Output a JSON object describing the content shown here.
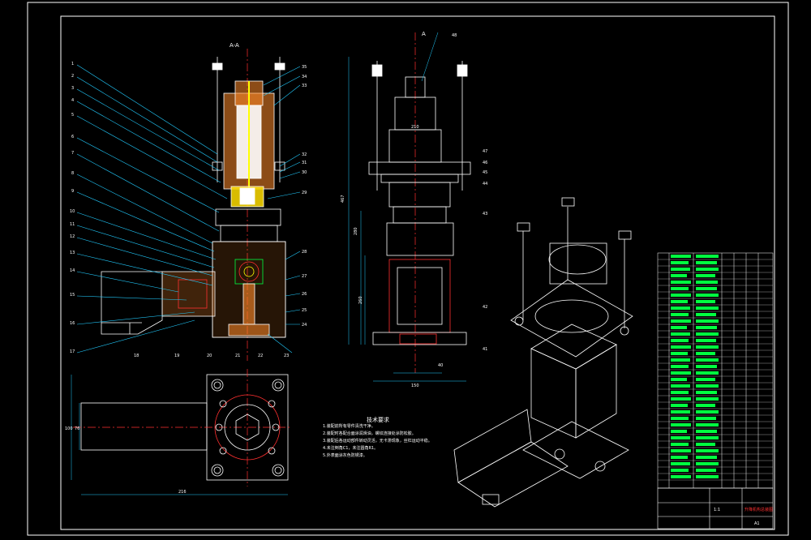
{
  "drawing": {
    "section_label": "A-A",
    "side_view_label": "A",
    "tech_req_title": "技术要求",
    "tech_req_lines": [
      "1.装配前所有零件清洗干净。",
      "2.装配时各配合面涂润滑油，螺纹连接处涂防松胶。",
      "3.装配后各运动部件转动灵活，无卡滞现象，丝杠运动平稳。",
      "4.未注倒角C1，未注圆角R1。",
      "5.外表面涂灰色防锈漆。"
    ],
    "dims": {
      "h_total": "467",
      "h_mid": "280",
      "h_lower": "260",
      "w_base": "150",
      "w_top": "210",
      "w_plan": "216",
      "h_plan_a": "100",
      "h_plan_b": "76"
    },
    "part_numbers_left": [
      "1",
      "2",
      "3",
      "4",
      "5",
      "6",
      "7",
      "8",
      "9",
      "10",
      "11",
      "12",
      "13",
      "14",
      "15",
      "16",
      "17"
    ],
    "part_numbers_right": [
      "35",
      "34",
      "33",
      "32",
      "31",
      "30",
      "29",
      "28",
      "27",
      "26",
      "25",
      "24",
      "23",
      "22",
      "21",
      "20",
      "19",
      "18"
    ],
    "part_numbers_side": [
      "48",
      "47",
      "46",
      "45",
      "44",
      "43",
      "42",
      "41",
      "40"
    ],
    "title_block": {
      "drawing_name": "升降机构总装图",
      "scale": "1:1",
      "sheet": "A1"
    }
  }
}
